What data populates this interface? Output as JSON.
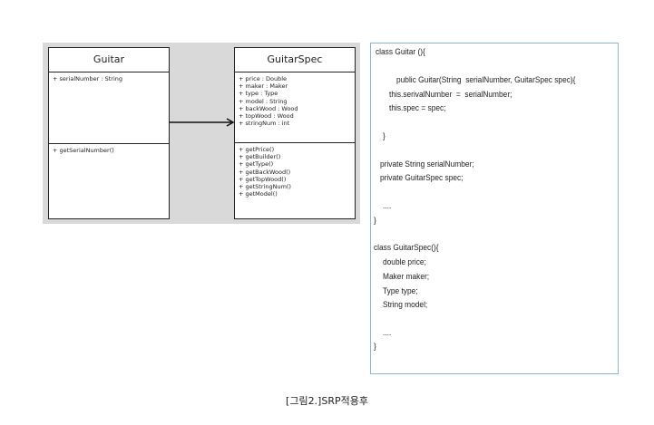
{
  "uml": {
    "guitar": {
      "name": "Guitar",
      "attributes": [
        "+ serialNumber : String"
      ],
      "operations": [
        "+ getSerialNumber()"
      ]
    },
    "guitar_spec": {
      "name": "GuitarSpec",
      "attributes": [
        "+ price : Double",
        "+ maker :  Maker",
        "+ type : Type",
        "+ model : String",
        "+ backWood : Wood",
        "+ topWood : Wood",
        "+ stringNum : int"
      ],
      "operations": [
        "+ getPrice()",
        "+ getBuilder()",
        "+ getType()",
        "+ getBackWood()",
        "+ getTopWood()",
        "+ getStringNum()",
        "+ getModel()"
      ]
    }
  },
  "code": {
    "lines": [
      "class Guitar (){",
      "public Guitar(String  serialNumber, GuitarSpec spec){",
      "this.serivalNumber  =  serialNumber;",
      "this.spec = spec;",
      "}",
      "private String serialNumber;",
      "private GuitarSpec spec;",
      "....",
      "}",
      "class GuitarSpec(){",
      "double price;",
      "Maker maker;",
      "Type type;",
      "String model;",
      "....",
      "}"
    ]
  },
  "caption": "[그림2.]SRP적용후",
  "colors": {
    "panel_bg": "#d9d9d9",
    "code_border": "#8fb3d9"
  }
}
